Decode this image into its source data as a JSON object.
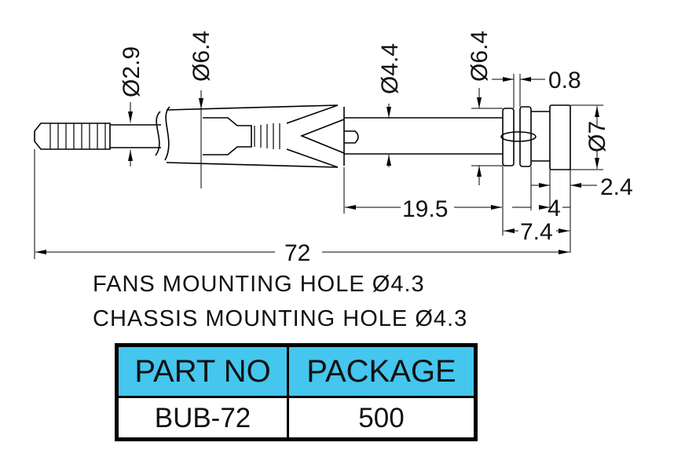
{
  "dimensions": {
    "d_tip": "Ø2.9",
    "d_rear_shaft": "Ø6.4",
    "d_front_shaft": "Ø4.4",
    "d_flange": "Ø6.4",
    "gap": "0.8",
    "d_head": "Ø7",
    "head_len": "2.4",
    "mid_len": "4",
    "cap_len": "7.4",
    "shaft_len": "19.5",
    "total_len": "72"
  },
  "notes": {
    "fans": "FANS MOUNTING HOLE Ø4.3",
    "chassis": "CHASSIS MOUNTING HOLE Ø4.3"
  },
  "table": {
    "headers": [
      "PART NO",
      "PACKAGE"
    ],
    "rows": [
      [
        "BUB-72",
        "500"
      ]
    ]
  },
  "colors": {
    "header_bg": "#45c6ee",
    "line": "#000000"
  }
}
